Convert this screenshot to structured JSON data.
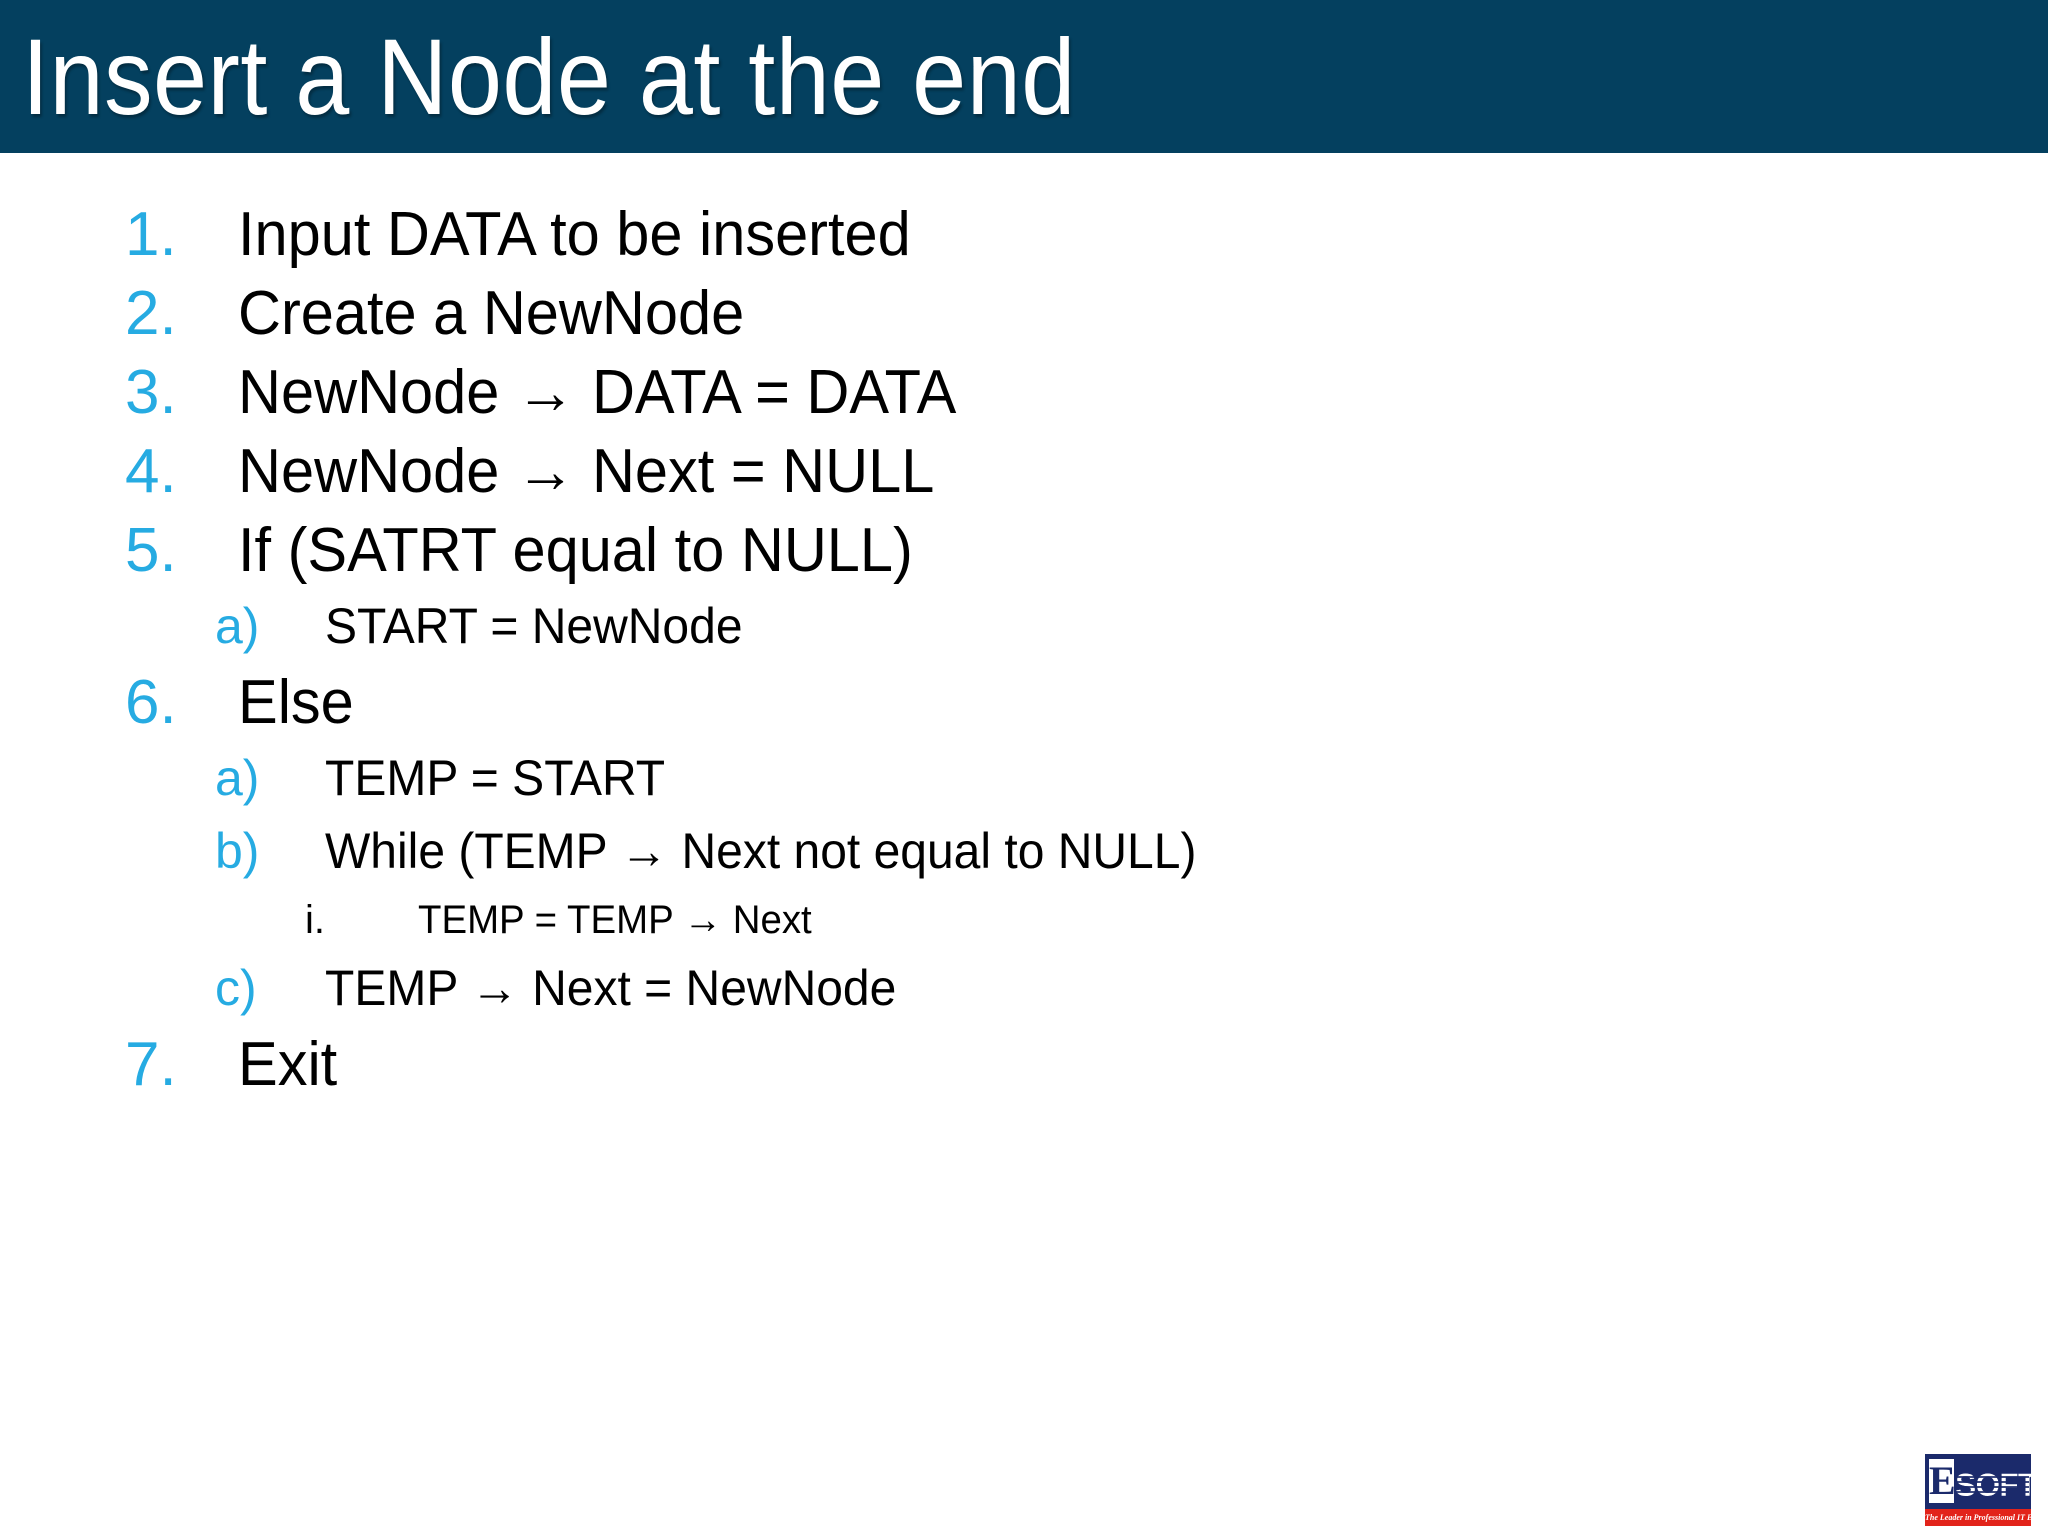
{
  "slide": {
    "title": "Insert a Node at the end",
    "header_color": "#04405F",
    "background_color": "#FFFFFF",
    "marker_accent_color": "#26ABE2",
    "text_color": "#000000"
  },
  "outline": [
    {
      "level": 1,
      "marker": "1.",
      "text": "Input DATA to be inserted"
    },
    {
      "level": 1,
      "marker": "2.",
      "text": "Create a NewNode"
    },
    {
      "level": 1,
      "marker": "3.",
      "text": "NewNode → DATA = DATA"
    },
    {
      "level": 1,
      "marker": "4.",
      "text": "NewNode → Next = NULL"
    },
    {
      "level": 1,
      "marker": "5.",
      "text": "If (SATRT equal to NULL)"
    },
    {
      "level": 2,
      "marker": "a)",
      "text": "START = NewNode"
    },
    {
      "level": 1,
      "marker": "6.",
      "text": "Else"
    },
    {
      "level": 2,
      "marker": "a)",
      "text": "TEMP = START"
    },
    {
      "level": 2,
      "marker": "b)",
      "text": "While (TEMP → Next not equal to NULL)"
    },
    {
      "level": 3,
      "marker": "i.",
      "text": "TEMP = TEMP → Next"
    },
    {
      "level": 2,
      "marker": "c)",
      "text": "TEMP → Next = NewNode"
    },
    {
      "level": 1,
      "marker": "7.",
      "text": "Exit"
    }
  ],
  "logo": {
    "letter": "E",
    "word": "SOFT",
    "tagline": "The Leader in Professional IT Education",
    "box_color": "#1B2A6B",
    "tagline_color": "#E2231A"
  }
}
